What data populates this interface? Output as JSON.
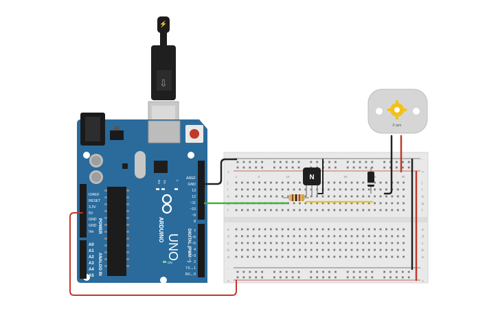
{
  "board": {
    "brand": "ARDUINO",
    "model": "UNO",
    "digital_label": "DIGITAL (PWM ~)",
    "power_label": "POWER",
    "analog_label": "ANALOG IN",
    "on_label": "ON",
    "tx_label": "TX",
    "rx_label": "RX",
    "l_label": "L",
    "digital_pins": [
      "AREF",
      "GND",
      "13",
      "12",
      "~11",
      "~10",
      "~9",
      "8",
      "7",
      "~6",
      "~5",
      "4",
      "~3",
      "2",
      "TX→1",
      "RX←0"
    ],
    "power_pins": [
      "IOREF",
      "RESET",
      "3.3V",
      "5V",
      "GND",
      "GND",
      "Vin"
    ],
    "analog_pins": [
      "A0",
      "A1",
      "A2",
      "A3",
      "A4",
      "A5"
    ]
  },
  "transistor": {
    "label": "N"
  },
  "motor": {
    "speed_label": "0 rpm"
  },
  "breadboard": {
    "columns_top": [
      "1",
      "5",
      "10",
      "15",
      "20",
      "25",
      "30"
    ],
    "row_letters_left": [
      "j",
      "i",
      "h",
      "g",
      "f",
      "e",
      "d",
      "c",
      "b",
      "a"
    ],
    "row_letters_right": [
      "j",
      "i",
      "h",
      "g",
      "f",
      "e",
      "d",
      "c",
      "b",
      "a"
    ],
    "rail_minus": "-",
    "rail_plus": "+"
  },
  "colors": {
    "board": "#2a6b9c",
    "wire_red": "#c0392b",
    "wire_black": "#222222",
    "wire_green": "#3fae3f",
    "wire_yellow": "#e2c53a"
  }
}
